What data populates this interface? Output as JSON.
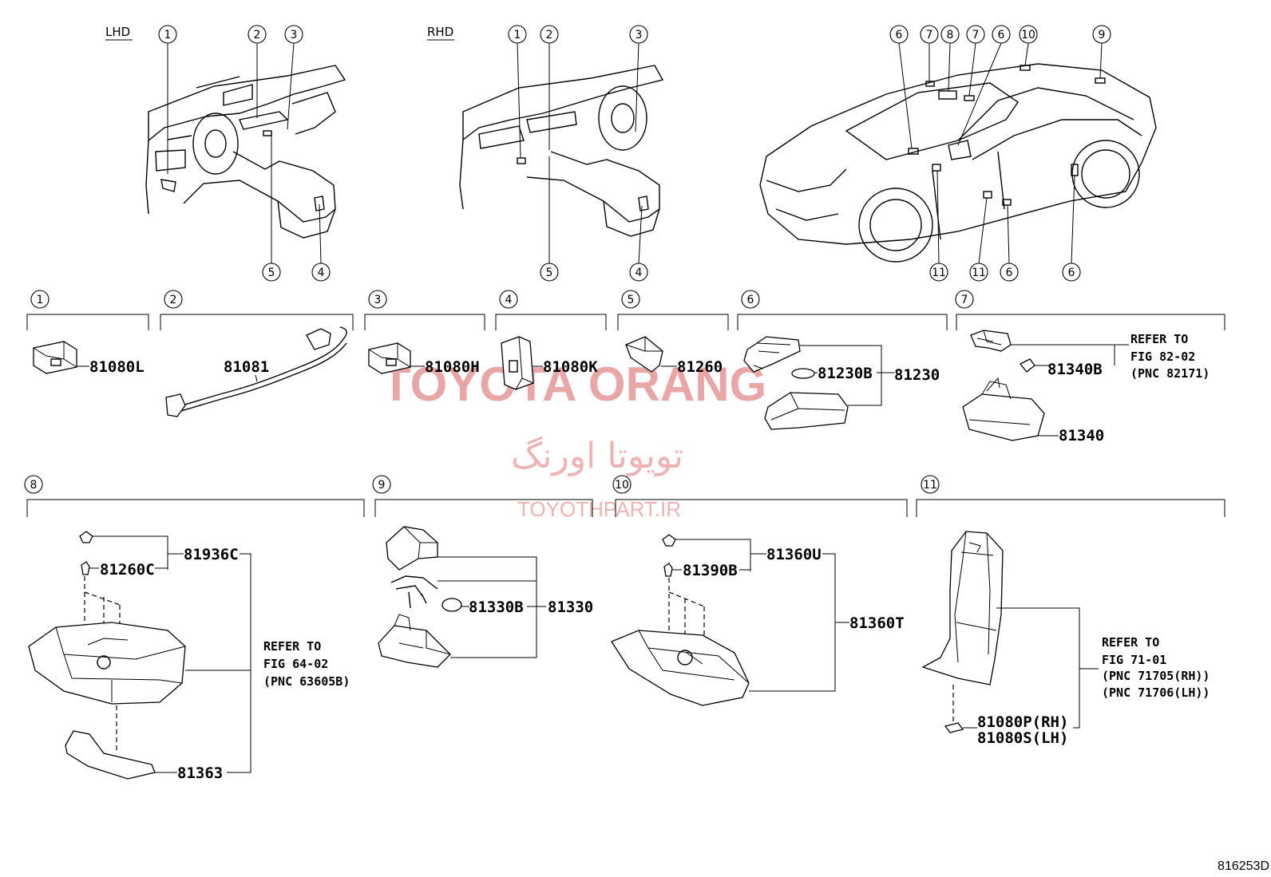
{
  "views": {
    "lhd": "LHD",
    "rhd": "RHD"
  },
  "watermark": {
    "brand": "TOYOTA ORANG",
    "persian": "تویوتا اورنگ",
    "site": "TOYOTHPART.IR"
  },
  "callouts": {
    "c1": "1",
    "c2": "2",
    "c3": "3",
    "c4": "4",
    "c5": "5",
    "c6": "6",
    "c7": "7",
    "c8": "8",
    "c9": "9",
    "c10": "10",
    "c11": "11"
  },
  "parts": {
    "p81080L": "81080L",
    "p81081": "81081",
    "p81080H": "81080H",
    "p81080K": "81080K",
    "p81260": "81260",
    "p81230B": "81230B",
    "p81230": "81230",
    "p81340B": "81340B",
    "p81340": "81340",
    "p81936C": "81936C",
    "p81260C": "81260C",
    "p81363": "81363",
    "p81330B": "81330B",
    "p81330": "81330",
    "p81360U": "81360U",
    "p81390B": "81390B",
    "p81360T": "81360T",
    "p81080P": "81080P(RH)",
    "p81080S": "81080S(LH)"
  },
  "refs": {
    "s7": {
      "l1": "REFER TO",
      "l2": "FIG 82-02",
      "l3": "(PNC 82171)"
    },
    "s8": {
      "l1": "REFER TO",
      "l2": "FIG 64-02",
      "l3": "(PNC 63605B)"
    },
    "s11": {
      "l1": "REFER TO",
      "l2": "FIG 71-01",
      "l3": "(PNC 71705(RH))",
      "l4": "(PNC 71706(LH))"
    }
  },
  "diagram_code": "816253D"
}
